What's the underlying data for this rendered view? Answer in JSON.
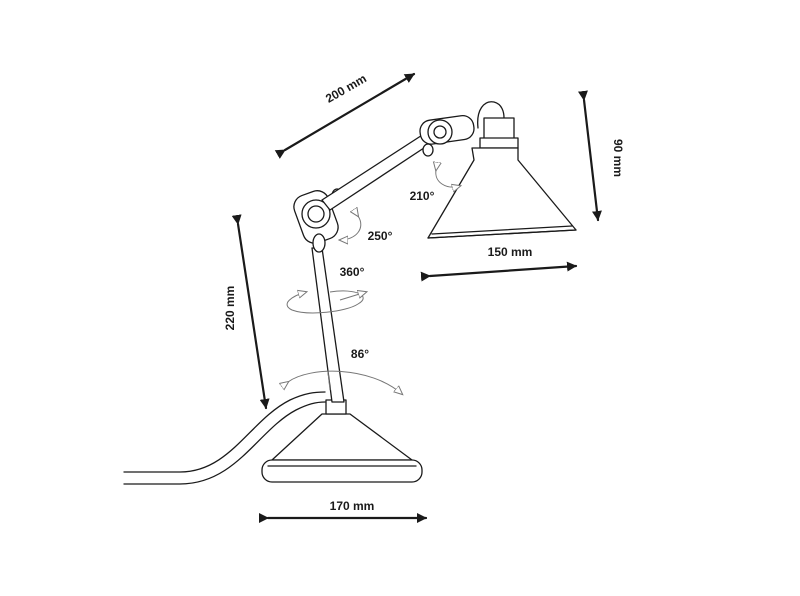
{
  "dimensions": {
    "arm_length": "200 mm",
    "shade_height": "90 mm",
    "shade_width": "150 mm",
    "stem_height": "220 mm",
    "base_width": "170 mm"
  },
  "angles": {
    "shade_joint": "210°",
    "elbow_joint": "250°",
    "stem_rotation": "360°",
    "base_tilt": "86°"
  },
  "colors": {
    "line": "#1a1a1a",
    "rotation_arrow": "#777777",
    "background": "#ffffff"
  }
}
